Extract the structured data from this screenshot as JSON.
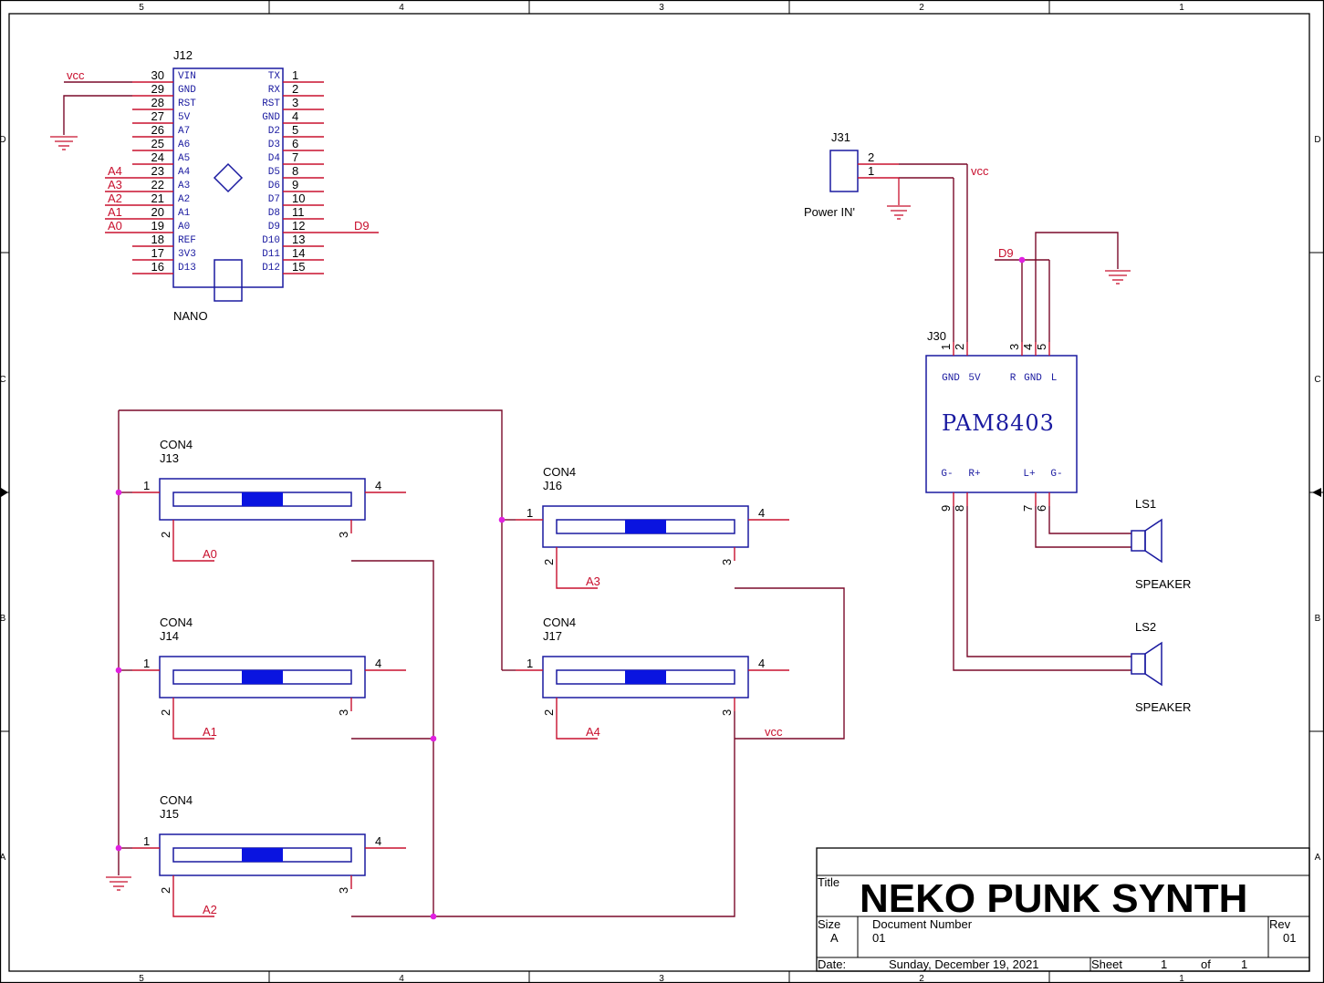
{
  "border": {
    "columns": [
      "5",
      "4",
      "3",
      "2",
      "1"
    ],
    "rows": [
      "D",
      "C",
      "B",
      "A"
    ]
  },
  "nano": {
    "ref": "J12",
    "value": "NANO",
    "left_pins": [
      {
        "num": "30",
        "name": "VIN"
      },
      {
        "num": "29",
        "name": "GND"
      },
      {
        "num": "28",
        "name": "RST"
      },
      {
        "num": "27",
        "name": "5V"
      },
      {
        "num": "26",
        "name": "A7"
      },
      {
        "num": "25",
        "name": "A6"
      },
      {
        "num": "24",
        "name": "A5"
      },
      {
        "num": "23",
        "name": "A4"
      },
      {
        "num": "22",
        "name": "A3"
      },
      {
        "num": "21",
        "name": "A2"
      },
      {
        "num": "20",
        "name": "A1"
      },
      {
        "num": "19",
        "name": "A0"
      },
      {
        "num": "18",
        "name": "REF"
      },
      {
        "num": "17",
        "name": "3V3"
      },
      {
        "num": "16",
        "name": "D13"
      }
    ],
    "right_pins": [
      {
        "num": "1",
        "name": "TX"
      },
      {
        "num": "2",
        "name": "RX"
      },
      {
        "num": "3",
        "name": "RST"
      },
      {
        "num": "4",
        "name": "GND"
      },
      {
        "num": "5",
        "name": "D2"
      },
      {
        "num": "6",
        "name": "D3"
      },
      {
        "num": "7",
        "name": "D4"
      },
      {
        "num": "8",
        "name": "D5"
      },
      {
        "num": "9",
        "name": "D6"
      },
      {
        "num": "10",
        "name": "D7"
      },
      {
        "num": "11",
        "name": "D8"
      },
      {
        "num": "12",
        "name": "D9"
      },
      {
        "num": "13",
        "name": "D10"
      },
      {
        "num": "14",
        "name": "D11"
      },
      {
        "num": "15",
        "name": "D12"
      }
    ],
    "nets": {
      "vcc": "vcc",
      "a4": "A4",
      "a3": "A3",
      "a2": "A2",
      "a1": "A1",
      "a0": "A0",
      "d9": "D9"
    }
  },
  "power": {
    "ref": "J31",
    "value": "Power IN'",
    "pin2": "2",
    "pin1": "1",
    "net": "vcc"
  },
  "amp": {
    "ref": "J30",
    "value": "PAM8403",
    "top_pin_numbers": [
      "1",
      "2",
      "3",
      "4",
      "5"
    ],
    "top_pin_names": [
      "GND",
      "5V",
      "R",
      "GND",
      "L"
    ],
    "bottom_pin_names": [
      "G-",
      "R+",
      "L+",
      "G-"
    ],
    "bottom_pin_numbers": [
      "9",
      "8",
      "7",
      "6"
    ],
    "net_d9": "D9"
  },
  "speakers": [
    {
      "ref": "LS1",
      "value": "SPEAKER"
    },
    {
      "ref": "LS2",
      "value": "SPEAKER"
    }
  ],
  "pots": [
    {
      "ref": "J13",
      "value": "CON4",
      "p1": "1",
      "p2": "2",
      "p3": "3",
      "p4": "4",
      "net": "A0"
    },
    {
      "ref": "J14",
      "value": "CON4",
      "p1": "1",
      "p2": "2",
      "p3": "3",
      "p4": "4",
      "net": "A1"
    },
    {
      "ref": "J15",
      "value": "CON4",
      "p1": "1",
      "p2": "2",
      "p3": "3",
      "p4": "4",
      "net": "A2"
    },
    {
      "ref": "J16",
      "value": "CON4",
      "p1": "1",
      "p2": "2",
      "p3": "3",
      "p4": "4",
      "net": "A3"
    },
    {
      "ref": "J17",
      "value": "CON4",
      "p1": "1",
      "p2": "2",
      "p3": "3",
      "p4": "4",
      "net": "A4"
    }
  ],
  "pot_vcc_net": "vcc",
  "title_block": {
    "title_label": "Title",
    "title": "NEKO PUNK SYNTH",
    "size_label": "Size",
    "size": "A",
    "docnum_label": "Document Number",
    "docnum": "01",
    "rev_label": "Rev",
    "rev": "01",
    "date_label": "Date:",
    "date": "Sunday, December 19, 2021",
    "sheet_label": "Sheet",
    "sheet": "1",
    "of_label": "of",
    "sheets": "1"
  }
}
